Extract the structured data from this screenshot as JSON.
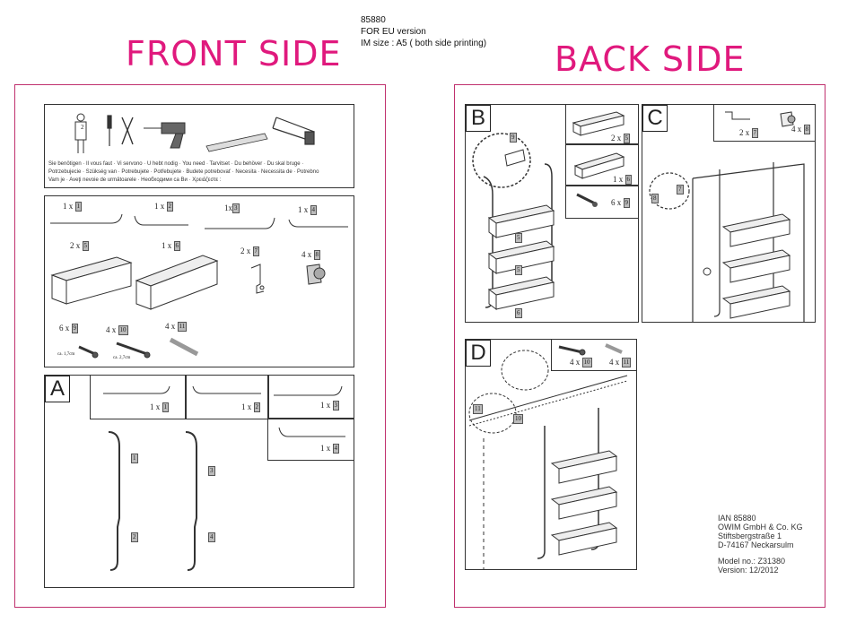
{
  "titles": {
    "front": "FRONT SIDE",
    "back": "BACK SIDE"
  },
  "meta": {
    "item": "85880",
    "version": "FOR EU version",
    "im_size": "IM size  : A5  ( both side printing)"
  },
  "colors": {
    "accent": "#e0197d",
    "frame": "#c0306e"
  },
  "tools_note": [
    "Sie benötigen · Il vous faut · Vi servono · U hebt nodig  · You need · Tarvitset · Du behöver · Du skal bruge ·",
    "Potrzebujecie · Szükség van · Potrebujete · Potřebujete · Budete potrebovať · Necesita · Necessita de ·  Potrebno",
    "Vam je · Aveţi nevoie de urmǎtoarele · Необходими са Ви ·  Χρειάζεστε :"
  ],
  "tools_box_mark": "2",
  "parts": [
    {
      "qty": "1 x",
      "num": "1"
    },
    {
      "qty": "1 x",
      "num": "2"
    },
    {
      "qty": "1x",
      "num": "3"
    },
    {
      "qty": "1 x",
      "num": "4"
    },
    {
      "qty": "2 x",
      "num": "5"
    },
    {
      "qty": "1 x",
      "num": "6"
    },
    {
      "qty": "2 x",
      "num": "7"
    },
    {
      "qty": "4 x",
      "num": "8"
    },
    {
      "qty": "6 x",
      "num": "9"
    },
    {
      "qty": "4 x",
      "num": "10"
    },
    {
      "qty": "4 x",
      "num": "11"
    }
  ],
  "screw_dims": {
    "s9": "ca. 1,7cm",
    "s10": "ca. 2,7cm"
  },
  "steps": {
    "A": {
      "letter": "A",
      "items": [
        {
          "qty": "1 x",
          "num": "1"
        },
        {
          "qty": "1 x",
          "num": "2"
        },
        {
          "qty": "1 x",
          "num": "3"
        },
        {
          "qty": "1 x",
          "num": "4"
        }
      ],
      "assembly_labels": [
        "1",
        "2",
        "3",
        "4"
      ]
    },
    "B": {
      "letter": "B",
      "items": [
        {
          "qty": "2 x",
          "num": "5"
        },
        {
          "qty": "1 x",
          "num": "6"
        },
        {
          "qty": "6 x",
          "num": "9"
        }
      ],
      "assembly_labels": [
        "9",
        "5",
        "5",
        "6"
      ]
    },
    "C": {
      "letter": "C",
      "items": [
        {
          "qty": "2 x",
          "num": "7"
        },
        {
          "qty": "4 x",
          "num": "8"
        }
      ],
      "assembly_labels": [
        "7",
        "8"
      ]
    },
    "D": {
      "letter": "D",
      "items": [
        {
          "qty": "4 x",
          "num": "10"
        },
        {
          "qty": "4 x",
          "num": "11"
        }
      ],
      "assembly_labels": [
        "11",
        "10"
      ]
    }
  },
  "company": {
    "ian": "IAN 85880",
    "name": "OWIM GmbH & Co. KG",
    "street": "Stiftsbergstraße 1",
    "city": "D-74167 Neckarsulm",
    "model": "Model no.: Z31380",
    "version": "Version: 12/2012"
  }
}
